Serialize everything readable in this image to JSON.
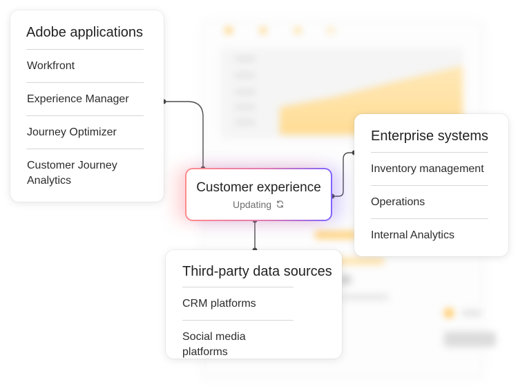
{
  "adobe": {
    "title": "Adobe applications",
    "items": [
      "Workfront",
      "Experience Manager",
      "Journey Optimizer",
      "Customer Journey Analytics"
    ]
  },
  "center": {
    "title": "Customer experience",
    "status": "Updating",
    "status_icon": "sync-icon"
  },
  "enterprise": {
    "title": "Enterprise systems",
    "items": [
      "Inventory management",
      "Operations",
      "Internal Analytics"
    ]
  },
  "third_party": {
    "title": "Third-party data sources",
    "items": [
      "CRM platforms",
      "Social media platforms"
    ]
  },
  "colors": {
    "connector": "#4b4b4b",
    "gradient_start": "#ff8a8a",
    "gradient_end": "#7f63ff"
  }
}
